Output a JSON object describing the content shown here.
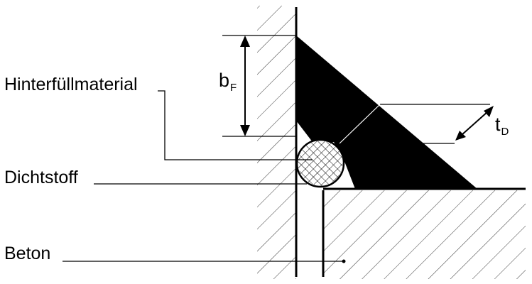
{
  "labels": {
    "backfill": "Hinterfüllmaterial",
    "sealant": "Dichtstoff",
    "concrete": "Beton"
  },
  "dimensions": {
    "joint_width_symbol": "b",
    "joint_width_subscript": "F",
    "sealant_depth_symbol": "t",
    "sealant_depth_subscript": "D"
  },
  "colors": {
    "ink": "#000000",
    "background": "#ffffff"
  }
}
